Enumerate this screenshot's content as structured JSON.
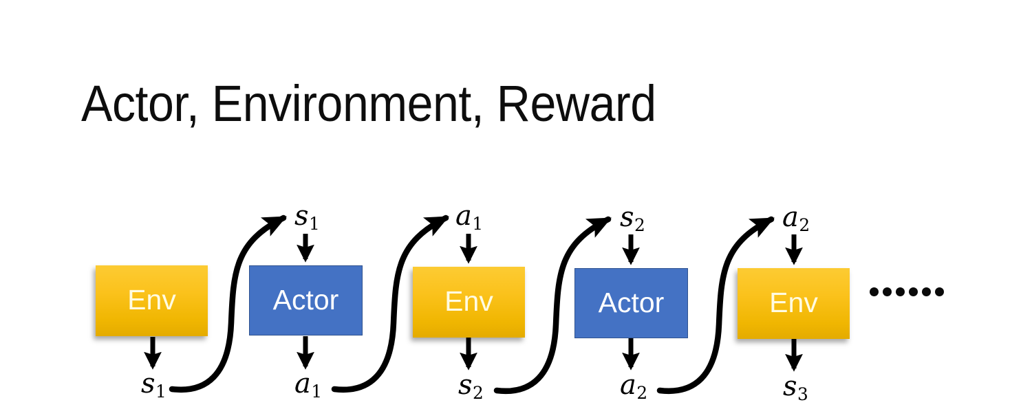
{
  "slide": {
    "title": "Actor, Environment, Reward",
    "background_color": "#FFFFFF"
  },
  "colors": {
    "env_fill_top": "#FCCB33",
    "env_fill_bottom": "#E4AB00",
    "env_text": "#FFFBE2",
    "actor_fill": "#4472C4",
    "actor_border": "#2F528F",
    "actor_text": "#FFFFFF",
    "arrow": "#000000",
    "title_text": "#0D0D0D"
  },
  "diagram": {
    "nodes": [
      {
        "id": "env1",
        "label": "Env",
        "type": "env"
      },
      {
        "id": "actor1",
        "label": "Actor",
        "type": "actor"
      },
      {
        "id": "env2",
        "label": "Env",
        "type": "env"
      },
      {
        "id": "actor2",
        "label": "Actor",
        "type": "actor"
      },
      {
        "id": "env3",
        "label": "Env",
        "type": "env"
      }
    ],
    "top_labels": [
      {
        "id": "top-s1",
        "symbol": "s",
        "subscript": "1"
      },
      {
        "id": "top-a1",
        "symbol": "a",
        "subscript": "1"
      },
      {
        "id": "top-s2",
        "symbol": "s",
        "subscript": "2"
      },
      {
        "id": "top-a2",
        "symbol": "a",
        "subscript": "2"
      }
    ],
    "bottom_labels": [
      {
        "id": "bot-s1",
        "symbol": "s",
        "subscript": "1"
      },
      {
        "id": "bot-a1",
        "symbol": "a",
        "subscript": "1"
      },
      {
        "id": "bot-s2",
        "symbol": "s",
        "subscript": "2"
      },
      {
        "id": "bot-a2",
        "symbol": "a",
        "subscript": "2"
      },
      {
        "id": "bot-s3",
        "symbol": "s",
        "subscript": "3"
      }
    ],
    "continuation": {
      "glyph": "......",
      "dot_count": 6
    }
  }
}
